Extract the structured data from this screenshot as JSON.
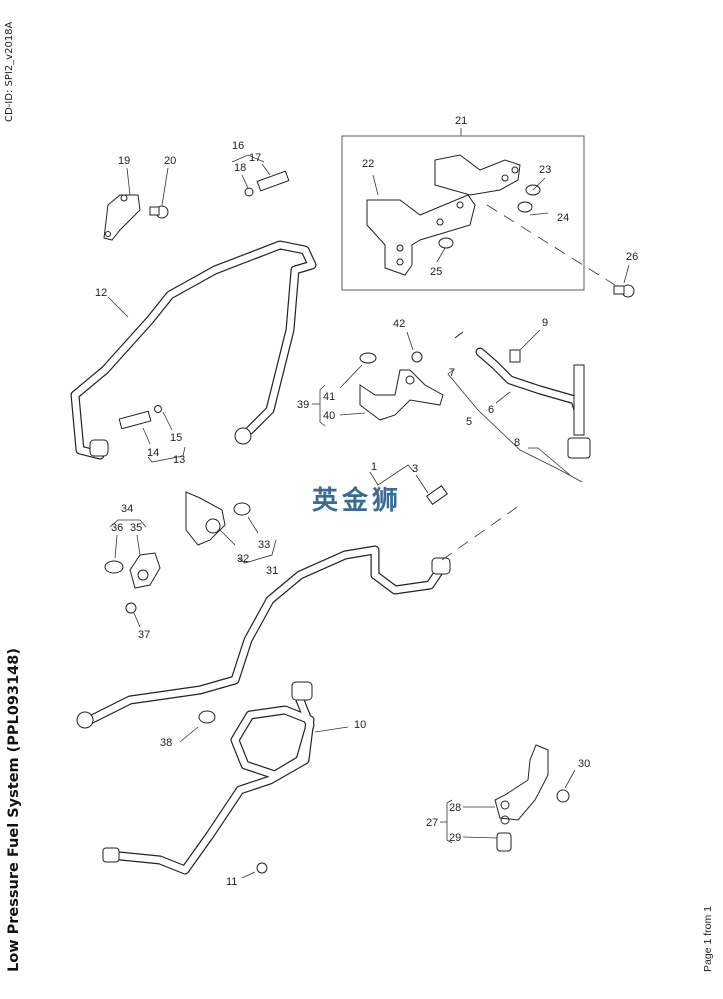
{
  "document": {
    "cd_id": "CD-ID: SPI2_v2018A",
    "title": "Low Pressure Fuel System (PPL093148)",
    "page": "Page 1 from 1",
    "watermark": "英金狮"
  },
  "callouts": [
    {
      "id": "1",
      "label": "1"
    },
    {
      "id": "3",
      "label": "3"
    },
    {
      "id": "5",
      "label": "5"
    },
    {
      "id": "6",
      "label": "6"
    },
    {
      "id": "7",
      "label": "7"
    },
    {
      "id": "8",
      "label": "8"
    },
    {
      "id": "9",
      "label": "9"
    },
    {
      "id": "10",
      "label": "10"
    },
    {
      "id": "11",
      "label": "11"
    },
    {
      "id": "12",
      "label": "12"
    },
    {
      "id": "13",
      "label": "13"
    },
    {
      "id": "14",
      "label": "14"
    },
    {
      "id": "15",
      "label": "15"
    },
    {
      "id": "16",
      "label": "16"
    },
    {
      "id": "17",
      "label": "17"
    },
    {
      "id": "18",
      "label": "18"
    },
    {
      "id": "19",
      "label": "19"
    },
    {
      "id": "20",
      "label": "20"
    },
    {
      "id": "21",
      "label": "21"
    },
    {
      "id": "22",
      "label": "22"
    },
    {
      "id": "23",
      "label": "23"
    },
    {
      "id": "24",
      "label": "24"
    },
    {
      "id": "25",
      "label": "25"
    },
    {
      "id": "26",
      "label": "26"
    },
    {
      "id": "27",
      "label": "27"
    },
    {
      "id": "28",
      "label": "28"
    },
    {
      "id": "29",
      "label": "29"
    },
    {
      "id": "30",
      "label": "30"
    },
    {
      "id": "31",
      "label": "31"
    },
    {
      "id": "32",
      "label": "32"
    },
    {
      "id": "33",
      "label": "33"
    },
    {
      "id": "34",
      "label": "34"
    },
    {
      "id": "35",
      "label": "35"
    },
    {
      "id": "36",
      "label": "36"
    },
    {
      "id": "37",
      "label": "37"
    },
    {
      "id": "38",
      "label": "38"
    },
    {
      "id": "39",
      "label": "39"
    },
    {
      "id": "40",
      "label": "40"
    },
    {
      "id": "41",
      "label": "41"
    },
    {
      "id": "42",
      "label": "42"
    }
  ],
  "assemblies": [
    {
      "parent": "1",
      "children": [
        "3"
      ]
    },
    {
      "parent": "5",
      "children": [
        "6",
        "7",
        "8",
        "9"
      ]
    },
    {
      "parent": "13",
      "children": [
        "14",
        "15"
      ]
    },
    {
      "parent": "16",
      "children": [
        "17",
        "18"
      ]
    },
    {
      "parent": "21",
      "children": [
        "22",
        "23",
        "24",
        "25"
      ]
    },
    {
      "parent": "27",
      "children": [
        "28",
        "29"
      ]
    },
    {
      "parent": "31",
      "children": [
        "32",
        "33"
      ]
    },
    {
      "parent": "34",
      "children": [
        "35",
        "36"
      ]
    },
    {
      "parent": "39",
      "children": [
        "40",
        "41"
      ]
    }
  ]
}
